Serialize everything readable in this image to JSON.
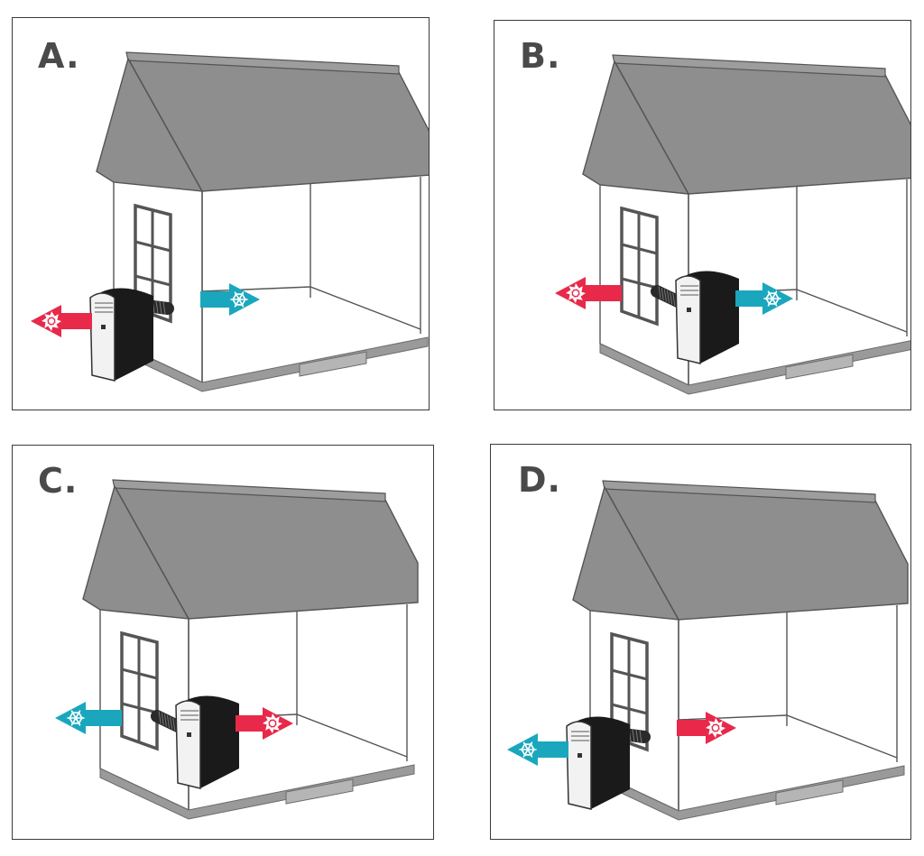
{
  "colors": {
    "roof": "#8e8e8e",
    "roof_edge": "#555555",
    "wall_line": "#555555",
    "floor_band": "#9a9a9a",
    "unit_body": "#1a1a1a",
    "unit_front": "#f2f2f2",
    "hot": "#e8294a",
    "cold": "#1aa7be"
  },
  "panels": [
    {
      "label": "A.",
      "unit_position": "outside",
      "left_arrow": "hot",
      "right_arrow": "cold"
    },
    {
      "label": "B.",
      "unit_position": "inside",
      "left_arrow": "hot",
      "right_arrow": "cold"
    },
    {
      "label": "C.",
      "unit_position": "inside",
      "left_arrow": "cold",
      "right_arrow": "hot"
    },
    {
      "label": "D.",
      "unit_position": "outside",
      "left_arrow": "cold",
      "right_arrow": "hot"
    }
  ],
  "icons": {
    "hot": "sun-icon",
    "cold": "snowflake-icon"
  }
}
